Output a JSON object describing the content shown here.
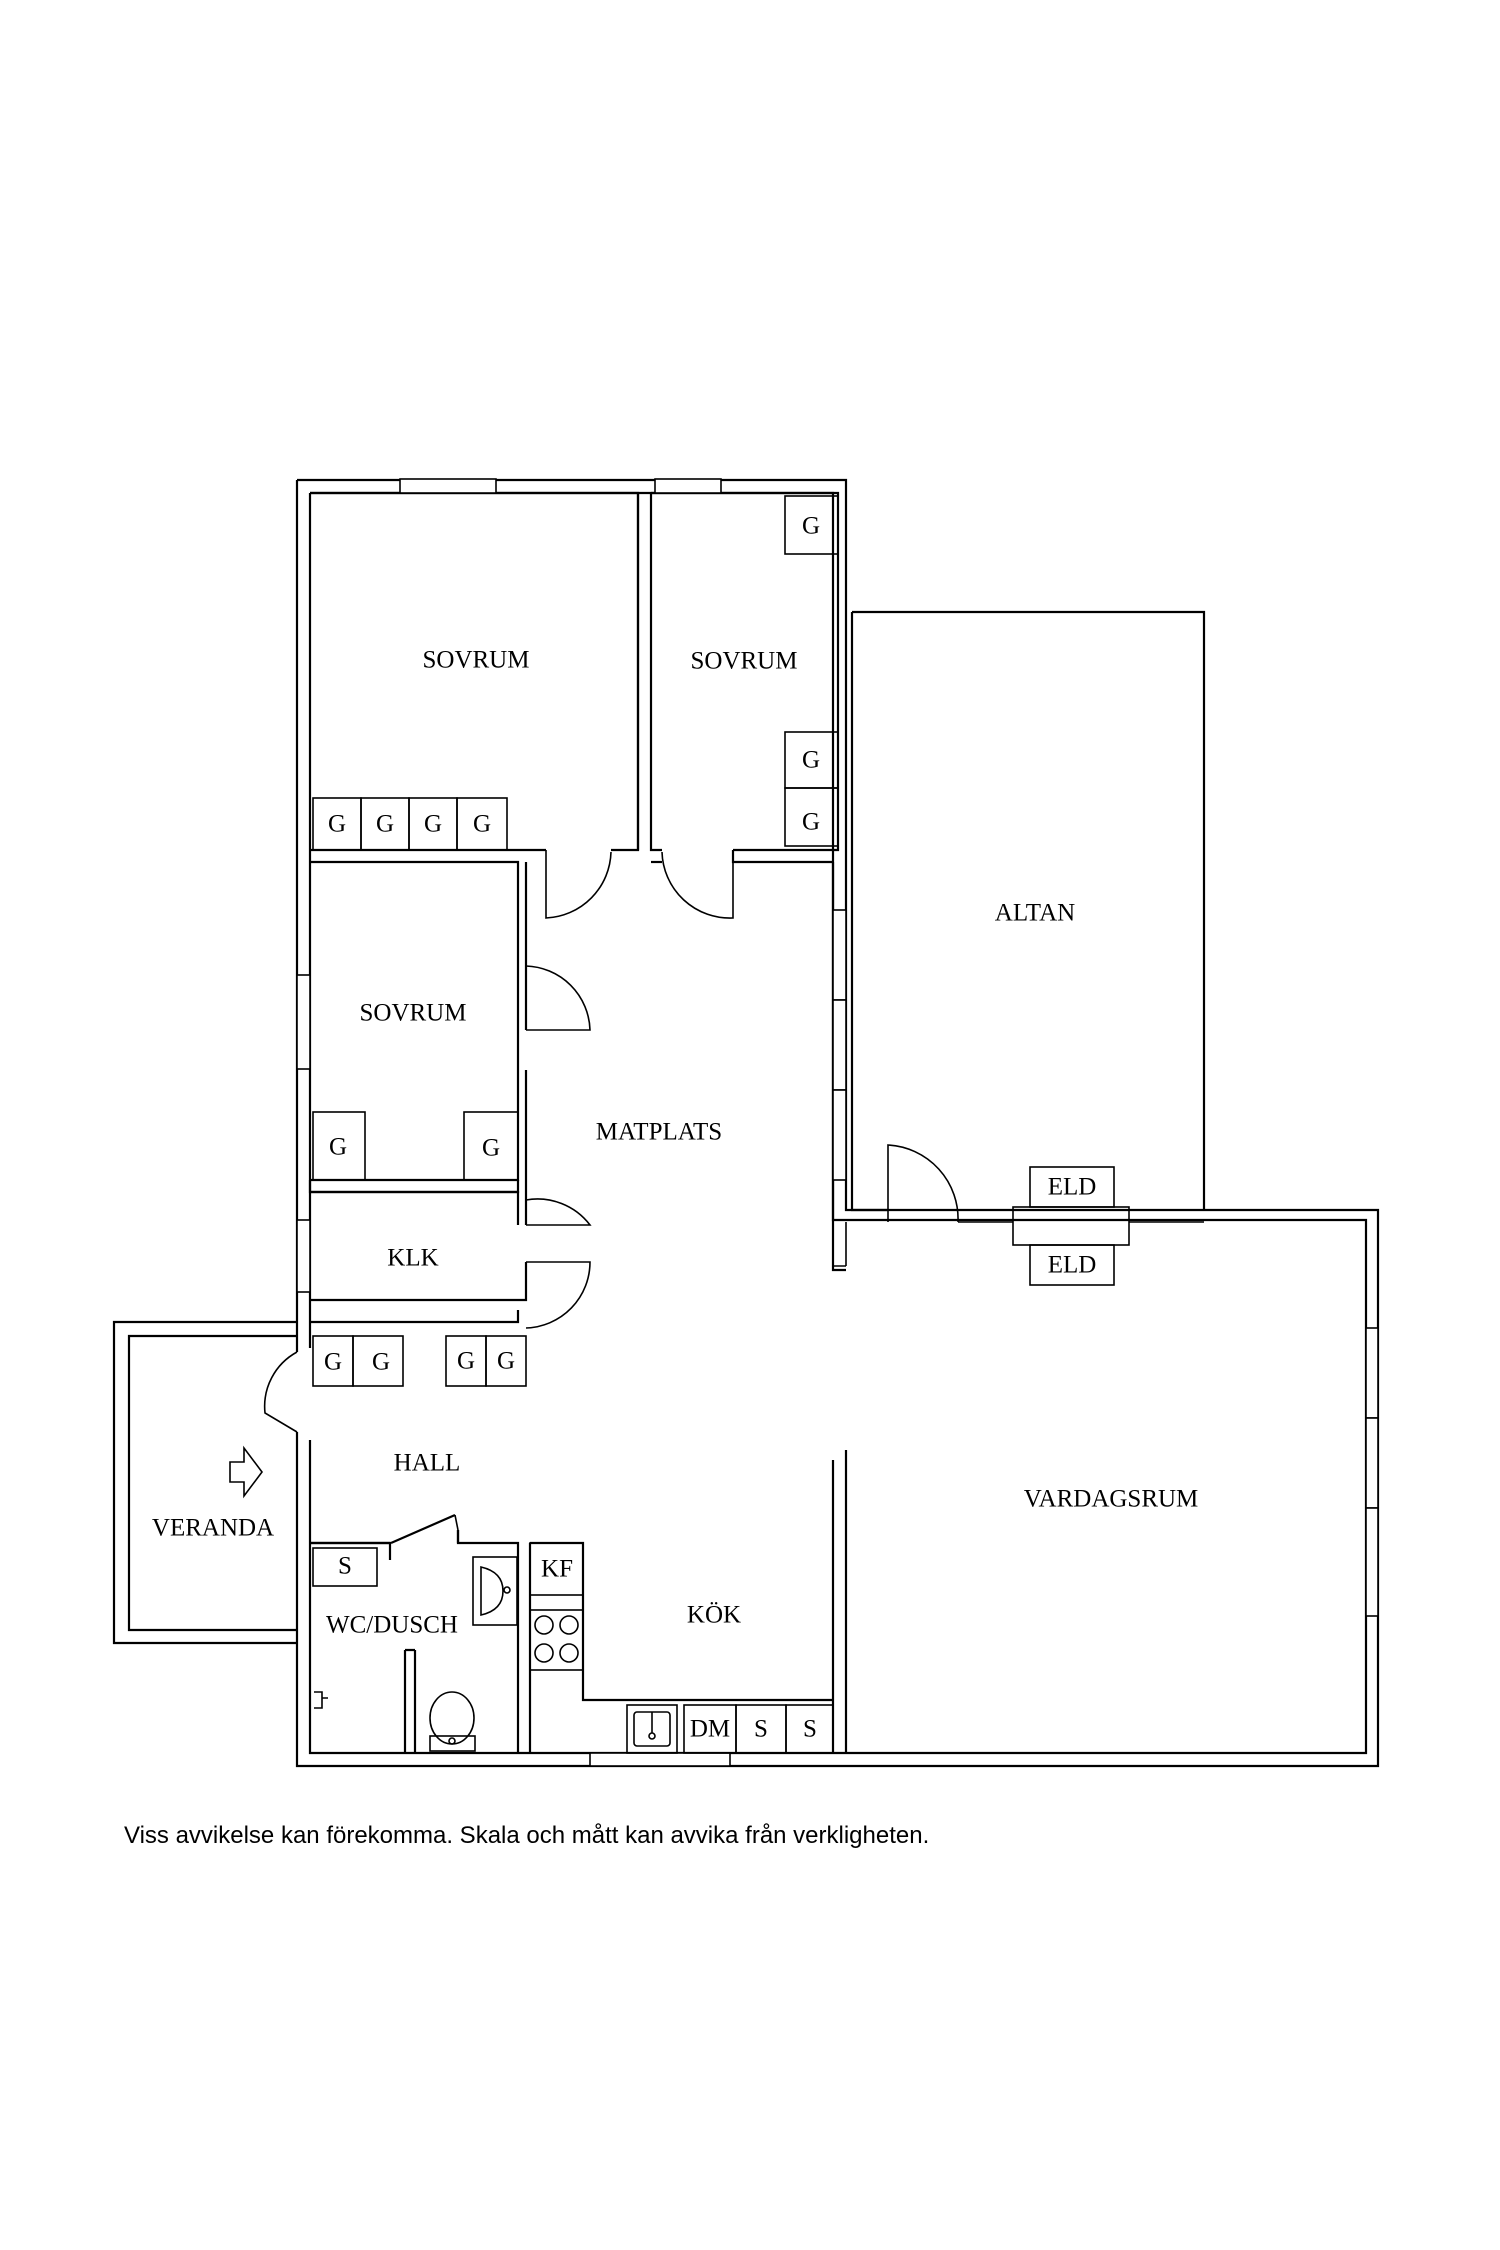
{
  "rooms": {
    "sovrum_1": "SOVRUM",
    "sovrum_2": "SOVRUM",
    "sovrum_3": "SOVRUM",
    "altan": "ALTAN",
    "matplats": "MATPLATS",
    "klk": "KLK",
    "hall": "HALL",
    "veranda": "VERANDA",
    "wc_dusch": "WC/DUSCH",
    "kok": "KÖK",
    "vardagsrum": "VARDAGSRUM"
  },
  "fixtures": {
    "wardrobe": "G",
    "fireplace": "ELD",
    "fridge_freezer": "KF",
    "dishwasher": "DM",
    "storage": "S"
  },
  "disclaimer": "Viss avvikelse kan förekomma. Skala och mått kan avvika från verkligheten."
}
